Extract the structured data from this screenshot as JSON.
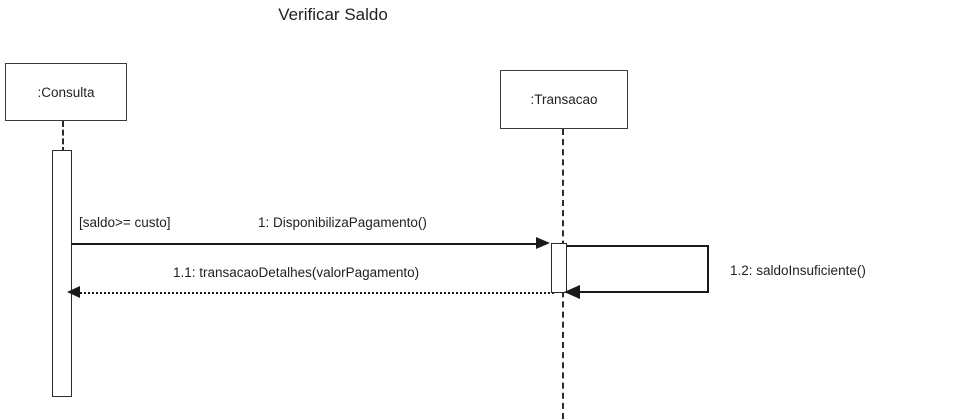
{
  "diagram": {
    "type": "uml-sequence-diagram",
    "title": "Verificar Saldo",
    "colors": {
      "background": "#ffffff",
      "line": "#1a1a1a",
      "box_border": "#3b3b3b",
      "text": "#1f1f1f"
    },
    "lifelines": [
      {
        "id": "consulta",
        "label": ":Consulta"
      },
      {
        "id": "transacao",
        "label": ":Transacao"
      }
    ],
    "messages": [
      {
        "sequence": "1",
        "label": "1: DisponibilizaPagamento()",
        "guard": "[saldo>= custo]",
        "from": "consulta",
        "to": "transacao",
        "style": "solid",
        "direction": "right"
      },
      {
        "sequence": "1.1",
        "label": "1.1: transacaoDetalhes(valorPagamento)",
        "from": "transacao",
        "to": "consulta",
        "style": "dotted",
        "direction": "left"
      },
      {
        "sequence": "1.2",
        "label": "1.2: saldoInsuficiente()",
        "from": "transacao",
        "to": "transacao",
        "style": "solid",
        "direction": "self"
      }
    ]
  }
}
